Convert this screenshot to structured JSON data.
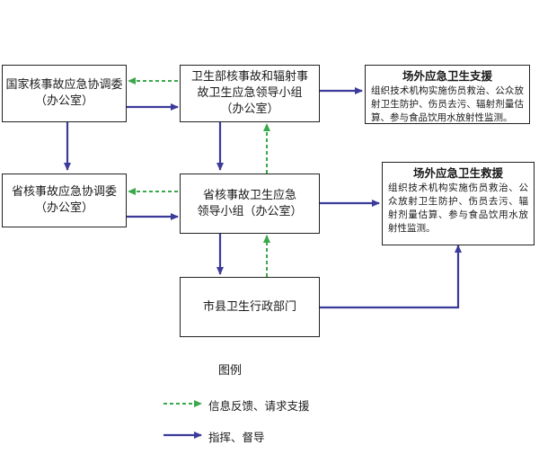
{
  "nodes": {
    "national": {
      "line1": "国家核事故应急协调委",
      "line2": "（办公室）"
    },
    "moh": {
      "line1": "卫生部核事故和辐射事",
      "line2": "故卫生应急领导小组",
      "line3": "（办公室）"
    },
    "ext_support": {
      "title": "场外应急卫生支援",
      "desc": "组织技术机构实施伤员救治、公众放射卫生防护、伤员去污、辐射剂量估算、参与食品饮用水放射性监测。"
    },
    "province": {
      "line1": "省核事故应急协调委",
      "line2": "（办公室）"
    },
    "prov_health": {
      "line1": "省核事故卫生应急",
      "line2": "领导小组（办公室）"
    },
    "ext_rescue": {
      "title": "场外应急卫生救援",
      "desc": "组织技术机构实施伤员救治、公众放射卫生防护、伤员去污、辐射剂量估算、参与食品饮用水放射性监测。"
    },
    "city": {
      "label": "市县卫生行政部门"
    }
  },
  "legend": {
    "title": "图例",
    "feedback": "信息反馈、请求支援",
    "command": "指挥、督导"
  },
  "colors": {
    "command": "#3b3b9a",
    "feedback": "#3aa84a",
    "border": "#222222"
  }
}
